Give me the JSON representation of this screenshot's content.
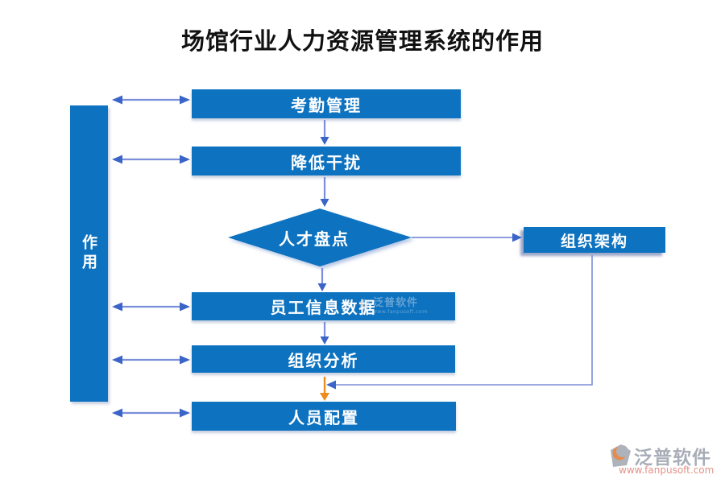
{
  "title": "场馆行业人力资源管理系统的作用",
  "sidebar": {
    "label": "作用"
  },
  "flow": {
    "attendance": "考勤管理",
    "reduce_interference": "降低干扰",
    "talent_inventory": "人才盘点",
    "org_structure": "组织架构",
    "employee_data": "员工信息数据",
    "org_analysis": "组织分析",
    "staffing": "人员配置"
  },
  "watermark": {
    "brand": "泛普软件",
    "sub": "www.fanpusoft.com"
  },
  "logo": {
    "brand": "泛普软件",
    "url": "www.fanpusoft.com"
  },
  "colors": {
    "box_blue": "#0d72bf",
    "arrow_line_blue": "#7b8ed9",
    "arrowhead_blue": "#3a64c8",
    "orange": "#ee8a1e",
    "title_black": "#111111",
    "logo_gray": "#9aa0ab",
    "logo_url_red": "#dd7f72"
  }
}
